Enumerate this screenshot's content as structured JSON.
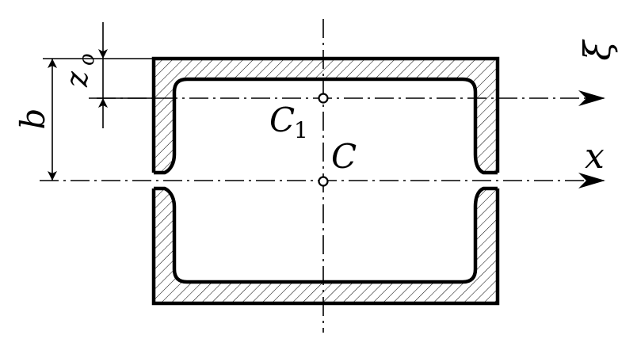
{
  "labels": {
    "b": "b",
    "z": "z",
    "z_sub": "o",
    "c1": "C",
    "c1_sub": "1",
    "c": "C",
    "x": "x",
    "xi": "ξ"
  }
}
